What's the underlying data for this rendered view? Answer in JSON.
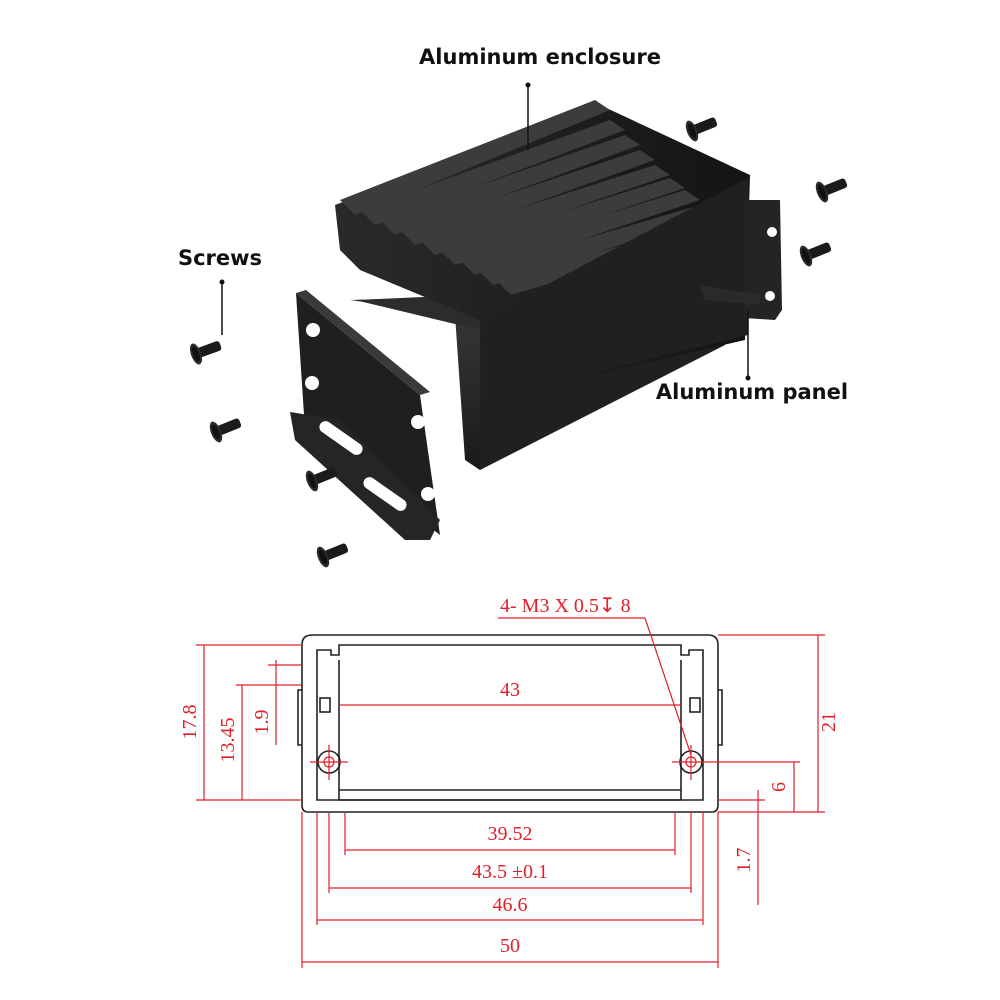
{
  "labels": {
    "enclosure": "Aluminum enclosure",
    "screws": "Screws",
    "panel": "Aluminum panel"
  },
  "dimensions": {
    "thread": "4- M3 X 0.5↧ 8",
    "inner_width": "43",
    "inner_gap": "39.52",
    "slot_width": "43.5 ±0.1",
    "outer_inner": "46.6",
    "outer_width": "50",
    "height_17_8": "17.8",
    "height_13_45": "13.45",
    "height_1_9": "1.9",
    "height_21": "21",
    "height_6": "6",
    "height_1_7": "1.7"
  },
  "colors": {
    "dimension": "#e0202a",
    "metal": "#1e1e20",
    "outline": "#222222"
  }
}
